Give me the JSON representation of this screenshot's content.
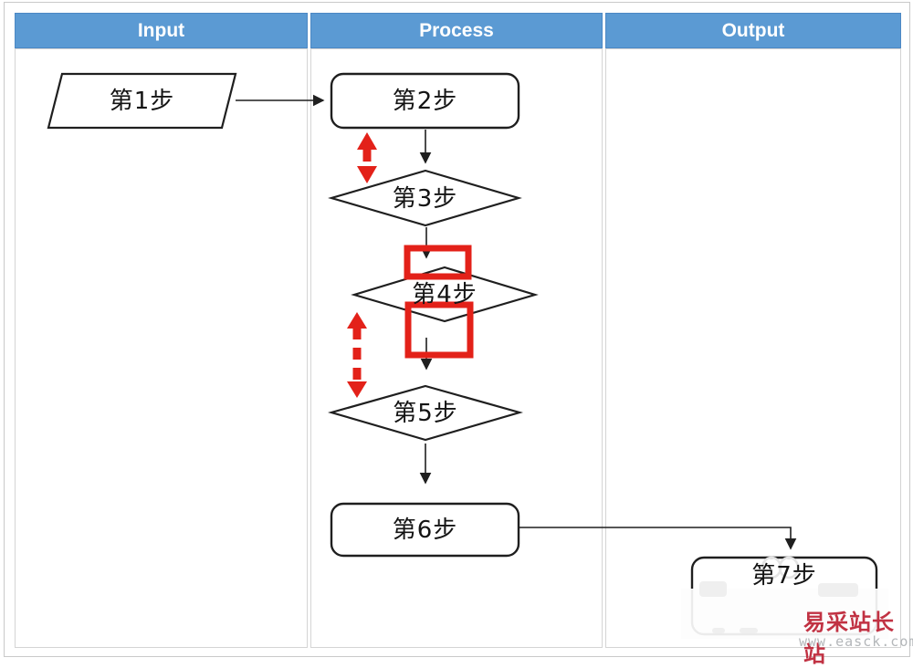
{
  "header": {
    "columns": [
      "Input",
      "Process",
      "Output"
    ]
  },
  "nodes": {
    "step1": {
      "label": "第1步",
      "shape": "parallelogram",
      "lane": "Input"
    },
    "step2": {
      "label": "第2步",
      "shape": "rounded-rectangle",
      "lane": "Process"
    },
    "step3": {
      "label": "第3步",
      "shape": "diamond",
      "lane": "Process"
    },
    "step4": {
      "label": "第4步",
      "shape": "diamond",
      "lane": "Process"
    },
    "step5": {
      "label": "第5步",
      "shape": "diamond",
      "lane": "Process"
    },
    "step6": {
      "label": "第6步",
      "shape": "rounded-rectangle",
      "lane": "Process"
    },
    "step7": {
      "label": "第7步",
      "shape": "rounded-rectangle",
      "lane": "Output"
    }
  },
  "edges": [
    {
      "from": "step1",
      "to": "step2"
    },
    {
      "from": "step2",
      "to": "step3"
    },
    {
      "from": "step3",
      "to": "step4"
    },
    {
      "from": "step4",
      "to": "step5"
    },
    {
      "from": "step5",
      "to": "step6"
    },
    {
      "from": "step6",
      "to": "step7"
    }
  ],
  "annotations": {
    "red_double_arrow_solid": "between step2 and step3",
    "red_double_arrow_dashed": "between step4 and step5",
    "highlight_box_top": "connector entry above step4 diamond",
    "highlight_box_bottom": "connector exit below step4 diamond"
  },
  "watermark": {
    "site_name": "易采站长站",
    "site_url": "www.easck.com"
  },
  "colors": {
    "header_blue": "#5b9ad3",
    "highlight_red": "#e32119",
    "watermark_red": "#c13243",
    "shape_border": "#1f1f1f"
  }
}
